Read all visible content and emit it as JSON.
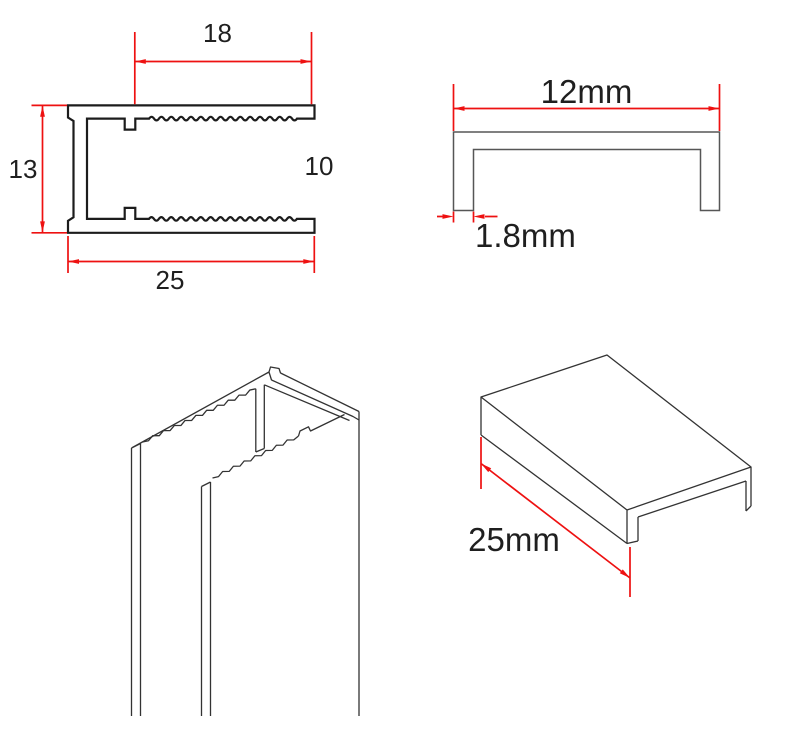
{
  "colors": {
    "dimension": "#ee1111",
    "line": "#1c1c1c"
  },
  "figures": {
    "channel_cross_section": {
      "top_width": "18",
      "height": "13",
      "opening_height": "10",
      "bottom_width": "25"
    },
    "cap_cross_section": {
      "width": "12mm",
      "wall_thickness": "1.8mm"
    },
    "cap_3d": {
      "length": "25mm"
    }
  }
}
